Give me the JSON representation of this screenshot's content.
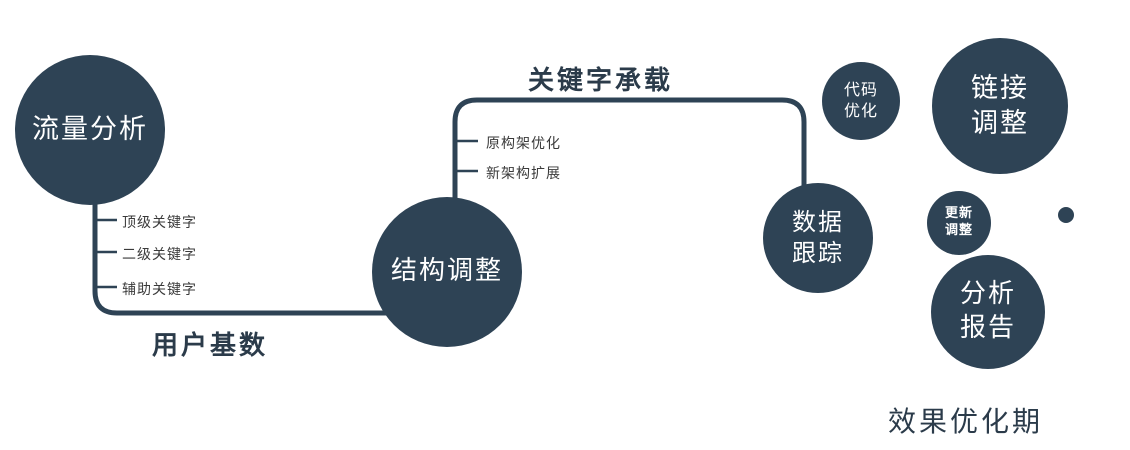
{
  "diagram": {
    "accent_color": "#2e4355",
    "nodes": {
      "traffic": {
        "label": "流量分析"
      },
      "structure": {
        "label": "结构调整"
      },
      "tracking": {
        "line1": "数据",
        "line2": "跟踪"
      },
      "code": {
        "line1": "代码",
        "line2": "优化"
      },
      "link": {
        "line1": "链接",
        "line2": "调整"
      },
      "update": {
        "line1": "更新",
        "line2": "调整"
      },
      "report": {
        "line1": "分析",
        "line2": "报告"
      }
    },
    "branches": {
      "traffic": [
        "顶级关键字",
        "二级关键字",
        "辅助关键字"
      ],
      "structure": [
        "原构架优化",
        "新架构扩展"
      ]
    },
    "edge_labels": {
      "user_base": "用户基数",
      "keyword_carry": "关键字承载"
    },
    "footer": "效果优化期"
  }
}
